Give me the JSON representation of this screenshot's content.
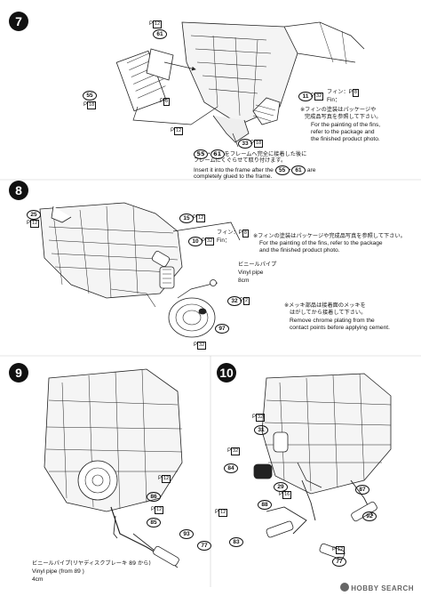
{
  "steps": [
    "7",
    "8",
    "9",
    "10"
  ],
  "step7": {
    "parts": [
      {
        "num": "61",
        "paint": "12"
      },
      {
        "num": "55",
        "paint": "18"
      },
      {
        "num": "",
        "paint": "8"
      },
      {
        "num": "33",
        "paint": "18"
      },
      {
        "num": "",
        "paint": "12"
      }
    ],
    "fin_part": {
      "num": "11",
      "paint": "32"
    },
    "fin_label": "フィン：",
    "fin_label_en": "Fin：",
    "fin_paint": "8",
    "note_jp_1": "※フィンの塗装はパッケージや",
    "note_jp_2": "完成品写真を参照して下さい。",
    "note_en_1": "For the painting of the fins,",
    "note_en_2": "refer to the package and",
    "note_en_3": "the finished product photo.",
    "insert_jp_1": "をフレームへ完全に接着した後に",
    "insert_jp_2": "フレームにくぐらせて取り付けます。",
    "insert_prefix_nums": [
      "55",
      "61"
    ],
    "insert_en_1": "Insert it into the frame after the",
    "insert_en_2": "are",
    "insert_en_3": "completely glued to the frame."
  },
  "step8": {
    "parts": [
      {
        "num": "25",
        "paint": "12"
      },
      {
        "num": "15",
        "paint": "12"
      },
      {
        "num": "10",
        "paint": "32"
      },
      {
        "num": "32",
        "paint": "2"
      },
      {
        "num": "97",
        "paint": ""
      },
      {
        "num": "",
        "paint": "32"
      }
    ],
    "fin_label": "フィン：",
    "fin_label_en": "Fin：",
    "fin_paint": "8",
    "note_jp": "※フィンの塗装はパッケージや完成品写真を参照して下さい。",
    "note_en_1": "For the painting of the fins, refer to the package",
    "note_en_2": "and the finished product photo.",
    "vinyl_jp": "ビニールパイプ",
    "vinyl_en": "Vinyl pipe",
    "vinyl_len": "8cm",
    "chrome_jp_1": "※メッキ部品は接着面のメッキを",
    "chrome_jp_2": "はがしてから接着して下さい。",
    "chrome_en_1": "Remove chrome plating from the",
    "chrome_en_2": "contact points before applying cement."
  },
  "step9": {
    "parts": [
      {
        "num": "",
        "paint": "12"
      },
      {
        "num": "86",
        "paint": ""
      },
      {
        "num": "",
        "paint": "12"
      },
      {
        "num": "85",
        "paint": ""
      },
      {
        "num": "93",
        "paint": ""
      },
      {
        "num": "77",
        "paint": ""
      }
    ],
    "vinyl_jp": "ビニールパイプ(リヤディスクブレーキ 89 から)",
    "vinyl_en": "Vinyl pipe (from 89 )",
    "vinyl_len": "4cm"
  },
  "step10": {
    "parts": [
      {
        "num": "",
        "paint": "32"
      },
      {
        "num": "31",
        "paint": ""
      },
      {
        "num": "",
        "paint": "32"
      },
      {
        "num": "84",
        "paint": ""
      },
      {
        "num": "29",
        "paint": ""
      },
      {
        "num": "",
        "paint": "16"
      },
      {
        "num": "88",
        "paint": ""
      },
      {
        "num": "",
        "paint": "12"
      },
      {
        "num": "83",
        "paint": ""
      },
      {
        "num": "87",
        "paint": ""
      },
      {
        "num": "92",
        "paint": ""
      },
      {
        "num": "",
        "paint": "12"
      },
      {
        "num": "77",
        "paint": ""
      }
    ]
  },
  "watermark": "HOBBY SEARCH"
}
